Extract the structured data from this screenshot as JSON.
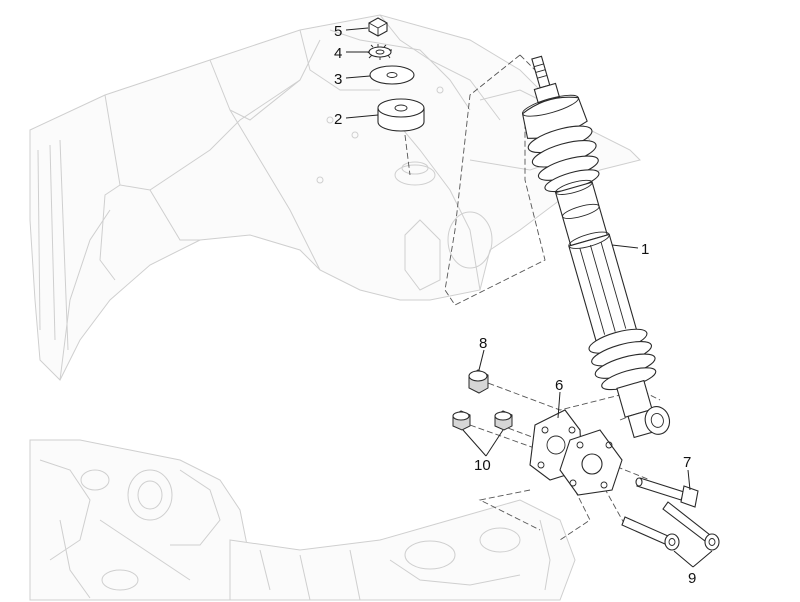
{
  "callouts": {
    "c1": "1",
    "c2": "2",
    "c3": "3",
    "c4": "4",
    "c5": "5",
    "c6": "6",
    "c7": "7",
    "c8": "8",
    "c9": "9",
    "c10": "10"
  },
  "colors": {
    "line": "#2a2a2a",
    "ghost": "#cfcfcf",
    "background": "#ffffff"
  }
}
